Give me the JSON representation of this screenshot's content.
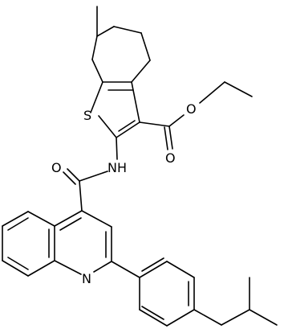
{
  "atoms": {
    "s": "S",
    "nh": "NH",
    "n": "N",
    "o_ester_single": "O",
    "o_ester_double": "O",
    "o_amide": "O"
  },
  "colors": {
    "bond": "#000000",
    "label": "#000000",
    "background": "#ffffff"
  }
}
